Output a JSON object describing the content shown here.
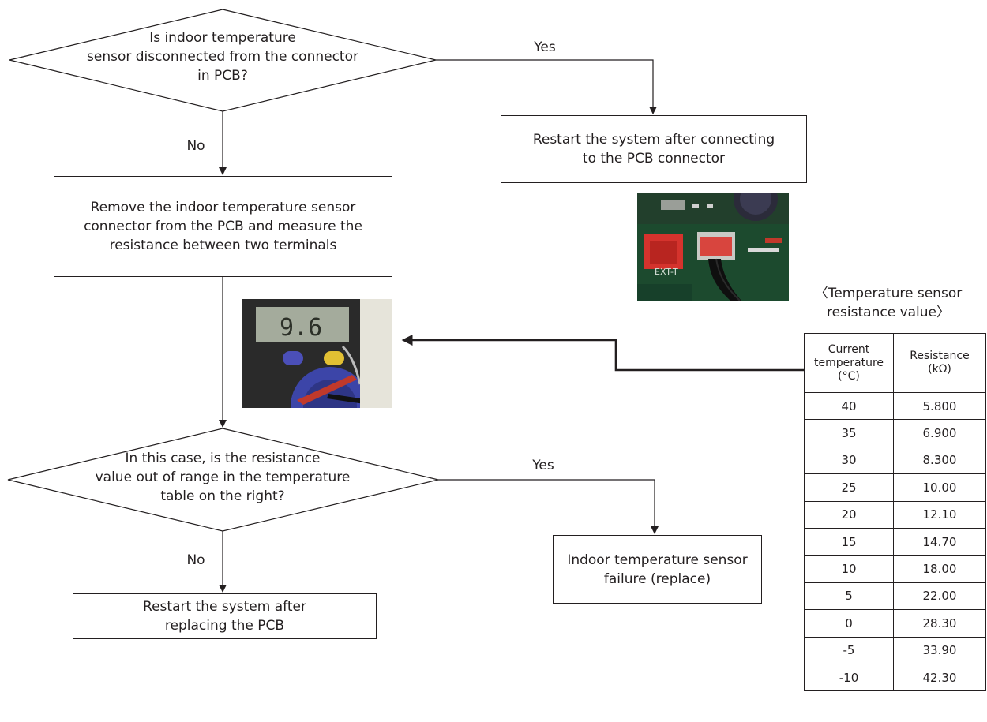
{
  "flow": {
    "decision1": "Is indoor temperature\nsensor disconnected from the  connector\nin PCB?",
    "decision1_yes": "Yes",
    "decision1_no": "No",
    "action_restart_connect": "Restart the system after connecting\nto the PCB connector",
    "action_measure": "Remove the indoor temperature sensor\nconnector from the PCB and measure the\nresistance between two terminals",
    "decision2": "In this case, is the resistance\nvalue out of range in the temperature\ntable on the right?",
    "decision2_yes": "Yes",
    "decision2_no": "No",
    "action_sensor_failure": "Indoor temperature sensor\nfailure (replace)",
    "action_replace_pcb": "Restart the system after\nreplacing the PCB"
  },
  "photos": {
    "pcb_connector": "EXT-T",
    "multimeter": "9.6"
  },
  "table": {
    "title": "〈Temperature sensor\nresistance value〉",
    "headers": [
      "Current\ntemperature\n(°C)",
      "Resistance\n(kΩ)"
    ],
    "rows": [
      [
        "40",
        "5.800"
      ],
      [
        "35",
        "6.900"
      ],
      [
        "30",
        "8.300"
      ],
      [
        "25",
        "10.00"
      ],
      [
        "20",
        "12.10"
      ],
      [
        "15",
        "14.70"
      ],
      [
        "10",
        "18.00"
      ],
      [
        "5",
        "22.00"
      ],
      [
        "0",
        "28.30"
      ],
      [
        "-5",
        "33.90"
      ],
      [
        "-10",
        "42.30"
      ]
    ]
  }
}
